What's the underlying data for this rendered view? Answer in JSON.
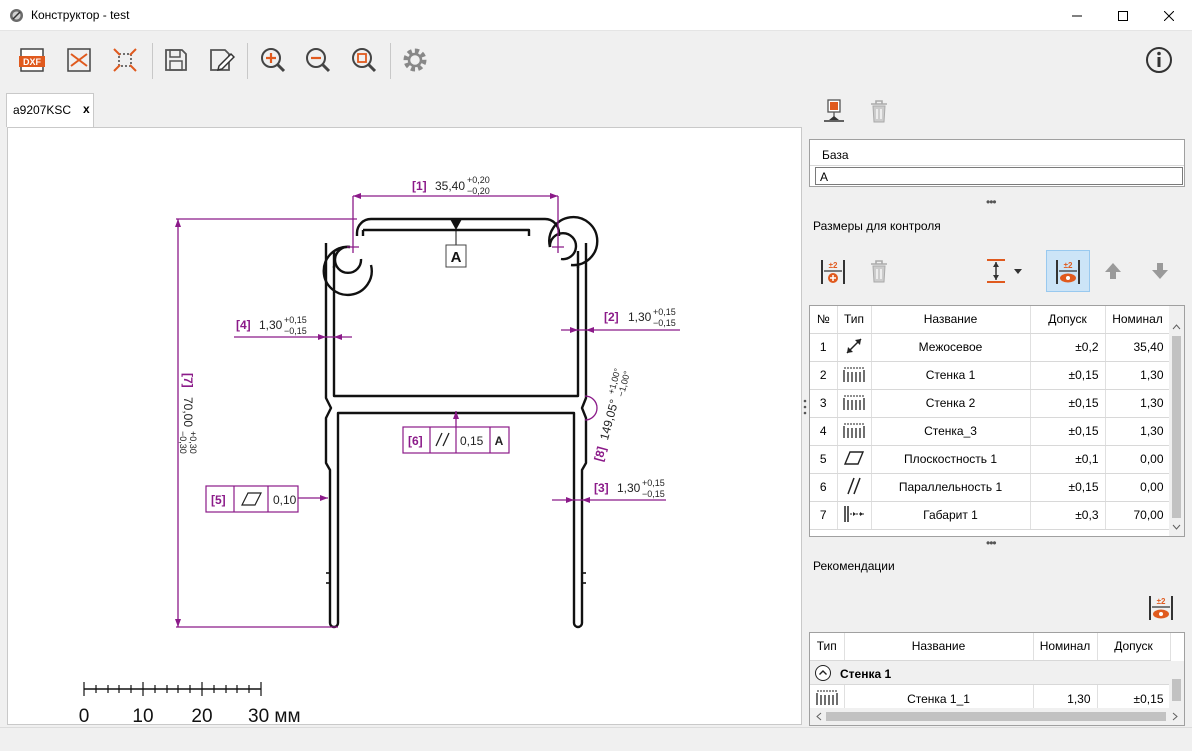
{
  "window": {
    "title": "Конструктор - test"
  },
  "toolbar": {
    "buttons": [
      {
        "name": "dxf-import",
        "icon": "dxf-file-icon",
        "label": "DXF"
      },
      {
        "name": "fit-view",
        "icon": "fit-view-icon"
      },
      {
        "name": "expand-view",
        "icon": "expand-icon"
      },
      {
        "name": "save",
        "icon": "save-icon"
      },
      {
        "name": "edit",
        "icon": "edit-icon"
      },
      {
        "name": "zoom-in",
        "icon": "zoom-in-icon"
      },
      {
        "name": "zoom-out",
        "icon": "zoom-out-icon"
      },
      {
        "name": "zoom-fit",
        "icon": "zoom-fit-icon"
      },
      {
        "name": "settings",
        "icon": "gear-icon"
      },
      {
        "name": "info",
        "icon": "info-icon"
      }
    ]
  },
  "tab": {
    "label": "a9207KSC",
    "close": "x"
  },
  "drawing": {
    "dims": {
      "d1": {
        "id": "[1]",
        "value": "35,40",
        "tol_up": "+0,20",
        "tol_down": "−0,20"
      },
      "d2": {
        "id": "[2]",
        "value": "1,30",
        "tol_up": "+0,15",
        "tol_down": "−0,15"
      },
      "d3": {
        "id": "[3]",
        "value": "1,30",
        "tol_up": "+0,15",
        "tol_down": "−0,15"
      },
      "d4": {
        "id": "[4]",
        "value": "1,30",
        "tol_up": "+0,15",
        "tol_down": "−0,15"
      },
      "d7": {
        "id": "[7]",
        "value": "70,00",
        "tol_up": "+0,30",
        "tol_down": "−0,30"
      },
      "d8": {
        "id": "[8]",
        "value": "149,05°",
        "tol_up": "+1,00°",
        "tol_down": "−1,00°"
      }
    },
    "datum": "A",
    "frame5": {
      "id": "[5]",
      "value": "0,10"
    },
    "frame6": {
      "id": "[6]",
      "value": "0,15",
      "datum": "A"
    },
    "scale": {
      "labels": [
        "0",
        "10",
        "20",
        "30 мм"
      ]
    }
  },
  "colors": {
    "dimension": "#8b1a89",
    "accent": "#e05a1e",
    "selected": "#cce4f7"
  },
  "right": {
    "base_table": {
      "header": "База",
      "rows": [
        "A"
      ]
    },
    "controls_title": "Размеры для контроля",
    "dims_table": {
      "headers": [
        "№",
        "Тип",
        "Название",
        "Допуск",
        "Номинал"
      ],
      "rows": [
        {
          "n": "1",
          "icon": "diagonal-dimension-icon",
          "name": "Межосевое",
          "tol": "±0,2",
          "nom": "35,40"
        },
        {
          "n": "2",
          "icon": "wall-thickness-icon",
          "name": "Стенка 1",
          "tol": "±0,15",
          "nom": "1,30"
        },
        {
          "n": "3",
          "icon": "wall-thickness-icon",
          "name": "Стенка 2",
          "tol": "±0,15",
          "nom": "1,30"
        },
        {
          "n": "4",
          "icon": "wall-thickness-icon",
          "name": "Стенка_3",
          "tol": "±0,15",
          "nom": "1,30"
        },
        {
          "n": "5",
          "icon": "flatness-icon",
          "name": "Плоскостность 1",
          "tol": "±0,1",
          "nom": "0,00"
        },
        {
          "n": "6",
          "icon": "parallelism-icon",
          "name": "Параллельность 1",
          "tol": "±0,15",
          "nom": "0,00"
        },
        {
          "n": "7",
          "icon": "overall-dimension-icon",
          "name": "Габарит 1",
          "tol": "±0,3",
          "nom": "70,00"
        }
      ]
    },
    "rec_title": "Рекомендации",
    "rec_table": {
      "headers": [
        "Тип",
        "Название",
        "Номинал",
        "Допуск"
      ],
      "group": "Стенка 1",
      "rows": [
        {
          "icon": "wall-thickness-icon",
          "name": "Стенка 1_1",
          "nom": "1,30",
          "tol": "±0,15"
        }
      ]
    }
  }
}
